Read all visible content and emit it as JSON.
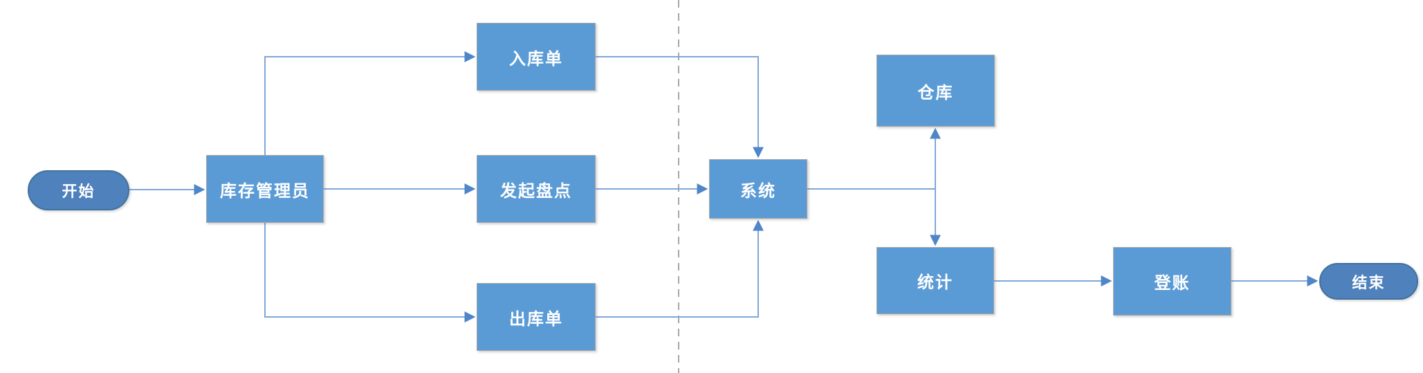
{
  "nodes": {
    "start": {
      "label": "开始",
      "shape": "terminator"
    },
    "manager": {
      "label": "库存管理员",
      "shape": "process"
    },
    "inbound": {
      "label": "入库单",
      "shape": "process"
    },
    "stocktake": {
      "label": "发起盘点",
      "shape": "process"
    },
    "outbound": {
      "label": "出库单",
      "shape": "process"
    },
    "system": {
      "label": "系统",
      "shape": "process"
    },
    "warehouse": {
      "label": "仓库",
      "shape": "process"
    },
    "stats": {
      "label": "统计",
      "shape": "process"
    },
    "ledger": {
      "label": "登账",
      "shape": "process"
    },
    "end": {
      "label": "结束",
      "shape": "terminator"
    }
  },
  "edges": [
    {
      "from": "start",
      "to": "manager",
      "style": "arrow"
    },
    {
      "from": "manager",
      "to": "inbound",
      "style": "arrow"
    },
    {
      "from": "manager",
      "to": "stocktake",
      "style": "arrow"
    },
    {
      "from": "manager",
      "to": "outbound",
      "style": "arrow"
    },
    {
      "from": "inbound",
      "to": "system",
      "style": "arrow"
    },
    {
      "from": "stocktake",
      "to": "system",
      "style": "arrow"
    },
    {
      "from": "outbound",
      "to": "system",
      "style": "arrow"
    },
    {
      "from": "system",
      "to": "warehouse",
      "style": "arrow"
    },
    {
      "from": "system",
      "to": "stats",
      "style": "arrow"
    },
    {
      "from": "stats",
      "to": "ledger",
      "style": "arrow"
    },
    {
      "from": "ledger",
      "to": "end",
      "style": "arrow"
    }
  ],
  "separator": {
    "type": "dashed-vertical-line"
  },
  "colors": {
    "process_fill": "#5b9bd5",
    "process_border": "#a6a6a6",
    "terminator_fill": "#4f81bd",
    "terminator_border": "#41719c",
    "connector": "#7ea6da",
    "arrowhead": "#4e86c8",
    "separator": "#a6a6a6",
    "label_text": "#ffffff"
  }
}
